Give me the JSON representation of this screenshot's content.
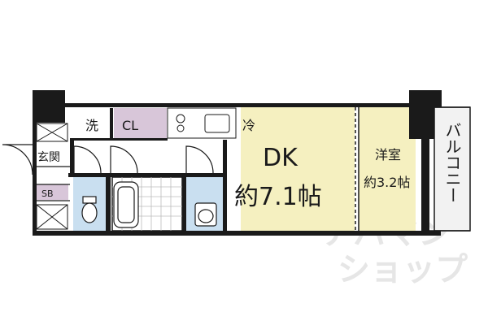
{
  "rooms": {
    "dk": {
      "name": "DK",
      "area": "約7.1帖",
      "color": "#f5f0c0"
    },
    "western": {
      "name": "洋室",
      "area": "約3.2帖",
      "color": "#f5f0c0"
    },
    "closet": {
      "label": "CL",
      "color": "#d8c6d9"
    },
    "washer": {
      "label": "洗"
    },
    "fridge": {
      "label": "冷"
    },
    "entrance": {
      "label": "玄関"
    },
    "shoe_box": {
      "label": "SB",
      "color": "#d8c6d9"
    },
    "toilet": {
      "color": "#c9dff0"
    },
    "bath": {
      "color": "#c9dff0"
    },
    "washroom": {
      "color": "#c9dff0"
    }
  },
  "balcony": {
    "label": "バルコニー"
  },
  "watermark": {
    "line1": "アパマン",
    "line2": "ショップ"
  },
  "colors": {
    "wall": "#1a1a1a",
    "floor": "#f5f0c0",
    "wet": "#c9dff0",
    "storage": "#d8c6d9"
  }
}
